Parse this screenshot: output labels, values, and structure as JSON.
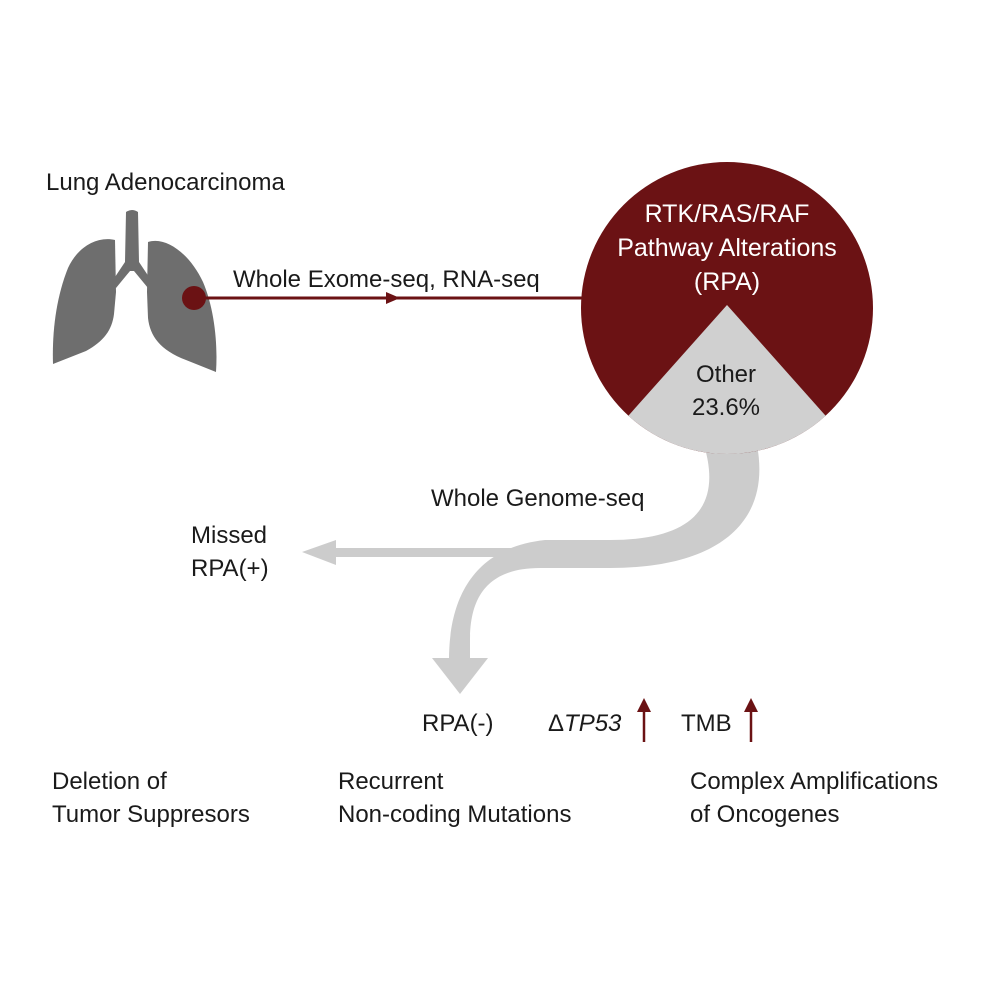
{
  "colors": {
    "rpa_maroon": "#6b1214",
    "other_gray": "#d0d0d0",
    "lung_gray": "#6e6e6e",
    "flow_gray": "#cccccc",
    "up_arrow": "#6b1214"
  },
  "lung": {
    "title": "Lung Adenocarcinoma",
    "icon": "lungs-icon"
  },
  "sequencing": {
    "primary": "Whole Exome-seq, RNA-seq",
    "secondary": "Whole Genome-seq"
  },
  "rpa_pie": {
    "rpa_label_line1": "RTK/RAS/RAF",
    "rpa_label_line2": "Pathway Alterations",
    "rpa_label_line3": "(RPA)",
    "other_label": "Other",
    "other_percent": "23.6%",
    "other_fraction": 0.236
  },
  "outcomes": {
    "missed_line1": "Missed",
    "missed_line2": "RPA(+)",
    "rpa_negative": "RPA(-)",
    "tp53_delta": "Δ",
    "tp53_gene": "TP53",
    "tmb": "TMB"
  },
  "findings": {
    "deletion_line1": "Deletion of",
    "deletion_line2": "Tumor Suppresors",
    "noncoding_line1": "Recurrent",
    "noncoding_line2": "Non-coding Mutations",
    "amplification_line1": "Complex Amplifications",
    "amplification_line2": "of Oncogenes"
  }
}
